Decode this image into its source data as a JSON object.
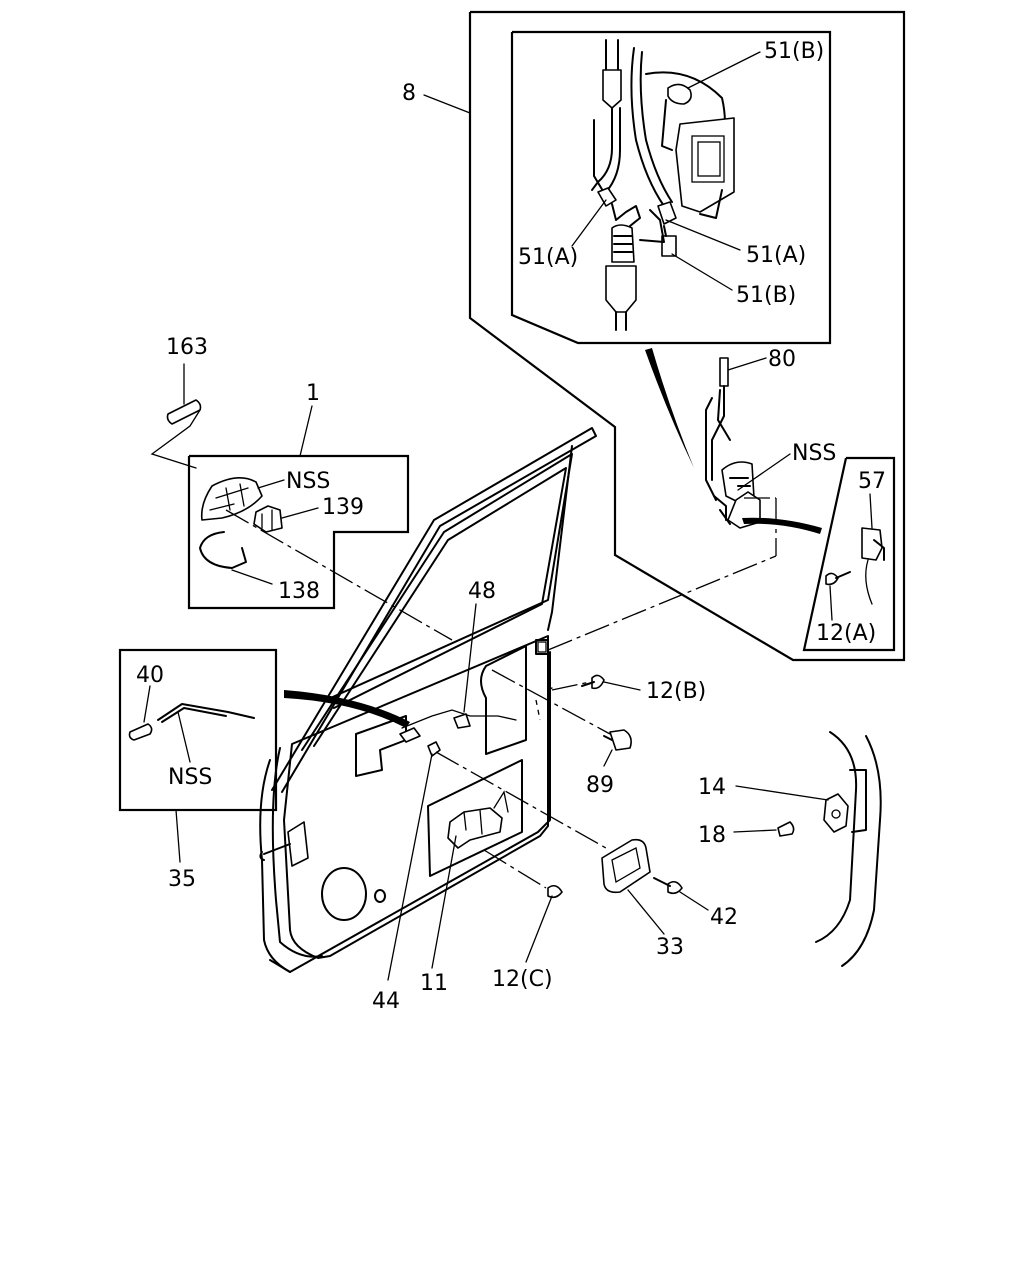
{
  "callouts": {
    "c8": "8",
    "c51b_top": "51(B)",
    "c51a_left": "51(A)",
    "c51a_right": "51(A)",
    "c51b_bottom": "51(B)",
    "c80": "80",
    "nss_lock": "NSS",
    "c57": "57",
    "c12a": "12(A)",
    "c163": "163",
    "c1": "1",
    "nss_handle": "NSS",
    "c139": "139",
    "c138": "138",
    "c48": "48",
    "c40": "40",
    "nss_rod": "NSS",
    "c35": "35",
    "c12b": "12(B)",
    "c89": "89",
    "c14": "14",
    "c18": "18",
    "c42": "42",
    "c33": "33",
    "c12c": "12(C)",
    "c11": "11",
    "c44": "44"
  }
}
